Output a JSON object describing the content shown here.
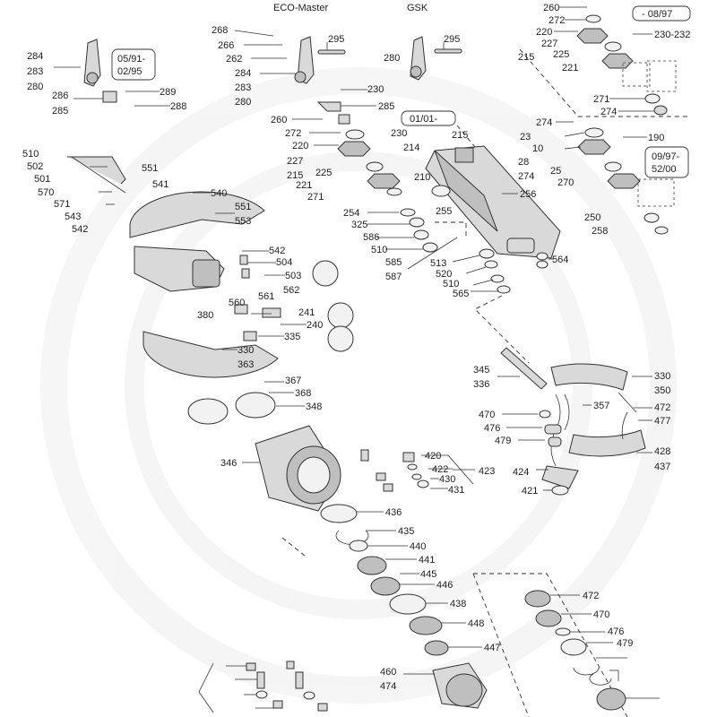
{
  "headers": {
    "eco": "ECO-Master",
    "gsk": "GSK"
  },
  "boxes": {
    "b1": [
      "05/91-",
      "02/95"
    ],
    "b2": "01/01-",
    "b3": "- 08/97",
    "b4": [
      "09/97-",
      "52/00"
    ]
  },
  "labels": [
    "284",
    "283",
    "280",
    "286",
    "285",
    "289",
    "288",
    "268",
    "266",
    "262",
    "284",
    "283",
    "280",
    "295",
    "230",
    "285",
    "280",
    "295",
    "260",
    "272",
    "220",
    "227",
    "225",
    "215",
    "221",
    "230-232",
    "271",
    "274",
    "260",
    "230",
    "272",
    "220",
    "227",
    "225",
    "215",
    "221",
    "271",
    "274",
    "190",
    "23",
    "10",
    "28",
    "25",
    "274",
    "270",
    "250",
    "258",
    "215",
    "214",
    "210",
    "255",
    "256",
    "254",
    "325",
    "586",
    "510",
    "585",
    "587",
    "513",
    "520",
    "510",
    "565",
    "564",
    "510",
    "502",
    "501",
    "570",
    "571",
    "543",
    "542",
    "551",
    "541",
    "540",
    "551",
    "553",
    "542",
    "504",
    "503",
    "562",
    "561",
    "560",
    "380",
    "241",
    "240",
    "335",
    "330",
    "363",
    "367",
    "368",
    "348",
    "346",
    "345",
    "336",
    "330",
    "350",
    "357",
    "472",
    "477",
    "470",
    "476",
    "479",
    "428",
    "437",
    "424",
    "421",
    "420",
    "422",
    "423",
    "430",
    "431",
    "436",
    "435",
    "440",
    "441",
    "445",
    "446",
    "438",
    "448",
    "447",
    "460",
    "474",
    "472",
    "470",
    "476",
    "479"
  ],
  "watermark": {
    "color": "#eeeeee"
  }
}
